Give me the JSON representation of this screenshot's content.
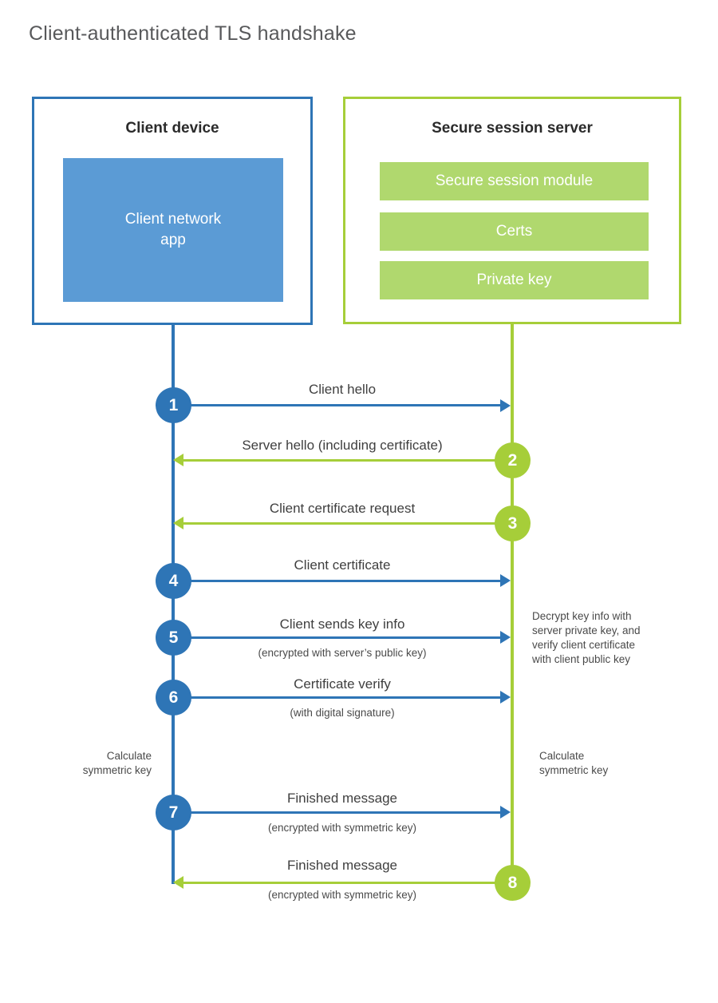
{
  "title": "Client-authenticated TLS handshake",
  "colors": {
    "client_accent": "#2E75B6",
    "client_fill": "#5B9BD5",
    "server_accent": "#A6CE39",
    "server_fill": "#B0D86E",
    "title_text": "#58595B",
    "body_text": "#3F3F3F",
    "background": "#FFFFFF"
  },
  "client": {
    "title": "Client device",
    "app_label": "Client network\napp"
  },
  "server": {
    "title": "Secure session server",
    "components": [
      {
        "label": "Secure session module"
      },
      {
        "label": "Certs"
      },
      {
        "label": "Private key"
      }
    ]
  },
  "steps": [
    {
      "number": "1",
      "label": "Client hello",
      "sub": "",
      "direction": "client-to-server",
      "actor": "client"
    },
    {
      "number": "2",
      "label": "Server hello (including certificate)",
      "sub": "",
      "direction": "server-to-client",
      "actor": "server"
    },
    {
      "number": "3",
      "label": "Client certificate request",
      "sub": "",
      "direction": "server-to-client",
      "actor": "server"
    },
    {
      "number": "4",
      "label": "Client certificate",
      "sub": "",
      "direction": "client-to-server",
      "actor": "client"
    },
    {
      "number": "5",
      "label": "Client sends key info",
      "sub": "(encrypted with server’s public key)",
      "direction": "client-to-server",
      "actor": "client"
    },
    {
      "number": "6",
      "label": "Certificate verify",
      "sub": "(with digital signature)",
      "direction": "client-to-server",
      "actor": "client"
    },
    {
      "number": "7",
      "label": "Finished message",
      "sub": "(encrypted with symmetric key)",
      "direction": "client-to-server",
      "actor": "client"
    },
    {
      "number": "8",
      "label": "Finished message",
      "sub": "(encrypted with symmetric key)",
      "direction": "server-to-client",
      "actor": "server"
    }
  ],
  "annotations": {
    "server_decrypt": "Decrypt key info with\nserver private key, and\nverify client certificate\nwith client public key",
    "client_calculate": "Calculate\nsymmetric key",
    "server_calculate": "Calculate\nsymmetric key"
  }
}
